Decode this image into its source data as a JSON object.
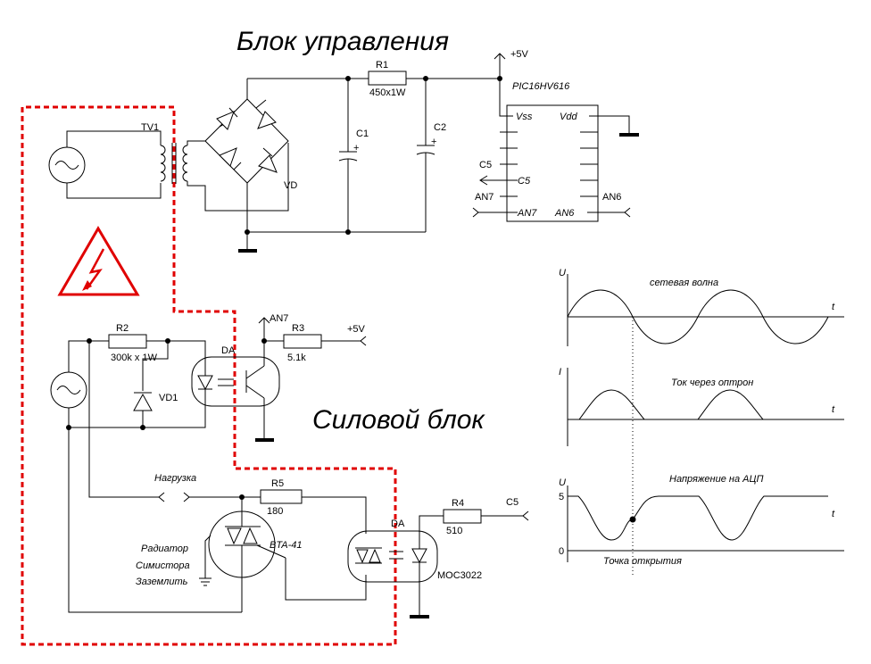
{
  "titles": {
    "control_block": "Блок управления",
    "power_block": "Силовой блок"
  },
  "control": {
    "transformer": "TV1",
    "bridge": "VD",
    "c1": "C1",
    "c2": "C2",
    "r1": "R1",
    "r1_value": "450x1W",
    "supply": "+5V",
    "mcu": "PIC16HV616",
    "vss": "Vss",
    "vdd": "Vdd",
    "c5_out": "C5",
    "c5_pin": "C5",
    "an7_out": "AN7",
    "an7_pin": "AN7",
    "an6_out": "AN6",
    "an6_pin": "AN6",
    "plus": "+"
  },
  "power": {
    "r2": "R2",
    "r2_value": "300k x 1W",
    "vd1": "VD1",
    "da1": "DA",
    "an7": "AN7",
    "r3": "R3",
    "r3_value": "5.1k",
    "supply": "+5V",
    "load": "Нагрузка",
    "r5": "R5",
    "r5_value": "180",
    "triac": "BTA-41",
    "heatsink_1": "Радиатор",
    "heatsink_2": "Симистора",
    "heatsink_3": "Заземлить",
    "da2": "DA",
    "r4": "R4",
    "r4_value": "510",
    "c5": "C5",
    "opto": "MOC3022"
  },
  "graphs": {
    "g1_y": "U",
    "g1_x": "t",
    "g1_title": "сетевая волна",
    "g2_y": "I",
    "g2_x": "t",
    "g2_title": "Ток через оптрон",
    "g3_y": "U",
    "g3_x": "t",
    "g3_title": "Напряжение на АЦП",
    "g3_tick_5": "5",
    "g3_tick_0": "0",
    "g3_note": "Точка открытия"
  },
  "colors": {
    "border": "#e00000",
    "wires": "#000000"
  }
}
